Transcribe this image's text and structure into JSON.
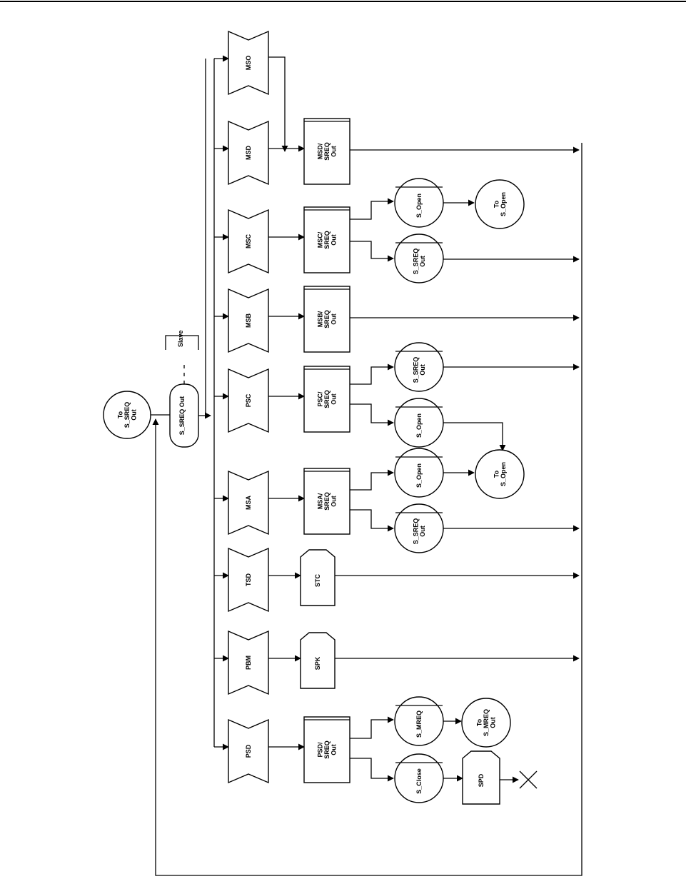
{
  "diagram": {
    "top_rule": true,
    "entry": {
      "connector": "To\nS_SREQ\nOut",
      "state": "S_SREQ Out",
      "annotation": "Slave"
    },
    "branches": [
      {
        "id": "mso",
        "input": "MSO"
      },
      {
        "id": "msd",
        "input": "MSD",
        "task": "MSD/\nSREQ\nOut"
      },
      {
        "id": "msc",
        "input": "MSC",
        "task": "MSC/\nSREQ\nOut",
        "states": [
          "S_Open",
          "S_SREQ\nOut"
        ],
        "connector": "To\nS_Open"
      },
      {
        "id": "msb",
        "input": "MSB",
        "task": "MSB/\nSREQ\nOut"
      },
      {
        "id": "psc",
        "input": "PSC",
        "task": "PSC/\nSREQ\nOut",
        "states": [
          "S_SREQ\nOut",
          "S_Open"
        ]
      },
      {
        "id": "msa",
        "input": "MSA",
        "task": "MSA/\nSREQ\nOut",
        "states": [
          "S_Open",
          "S_SREQ\nOut"
        ],
        "connector": "To\nS_Open"
      },
      {
        "id": "tsd",
        "input": "TSD",
        "output": "STC"
      },
      {
        "id": "pbm",
        "input": "PBM",
        "output": "SPK"
      },
      {
        "id": "psd",
        "input": "PSD",
        "task": "PSD/\nSREQ\nOut",
        "states": [
          "S_MREQ",
          "S_Close"
        ],
        "connector": "To\nS_MREQ\nOut",
        "output": "SPD"
      }
    ]
  }
}
